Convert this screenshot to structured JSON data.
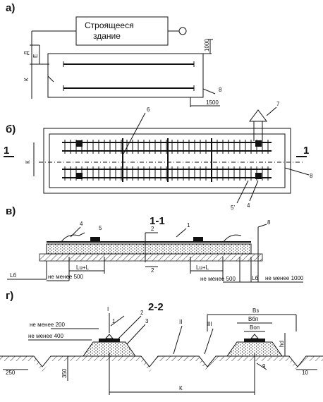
{
  "panels": {
    "a": {
      "label": "а)",
      "building_line1": "Строящееся",
      "building_line2": "здание",
      "dim_d": "Д",
      "dim_e": "Е",
      "dim_k": "К",
      "dim_1000": "1000",
      "dim_1500": "1500",
      "ref_8": "8"
    },
    "b": {
      "label": "б)",
      "section_mark": "1",
      "dim_k": "К",
      "ref_6": "6",
      "ref_7": "7",
      "ref_5": "5'",
      "ref_4": "4",
      "ref_8": "8"
    },
    "v": {
      "label": "в)",
      "title": "1-1",
      "ref_4": "4",
      "ref_5": "5",
      "ref_1": "1",
      "ref_8": "8",
      "mark_2": "2",
      "lb": "Lб",
      "lu_minus": "Lu+L",
      "lu_plus": "Lu+L",
      "min500_left": "не менее 500",
      "min500_right": "не менее 500",
      "min1000": "не менее 1000"
    },
    "g": {
      "label": "г)",
      "title": "2-2",
      "roman_1": "I",
      "roman_2": "II",
      "roman_3": "III",
      "ref_1": "1",
      "ref_2": "2",
      "ref_3": "3",
      "ref_9": "9",
      "min200": "не менее 200",
      "min400": "не менее 400",
      "dim_250": "250",
      "dim_350": "350",
      "dim_10": "10",
      "dim_hd": "hd",
      "dim_bz": "Вз",
      "dim_bbp": "Вбп",
      "dim_bop": "Воп",
      "dim_k": "К"
    }
  }
}
